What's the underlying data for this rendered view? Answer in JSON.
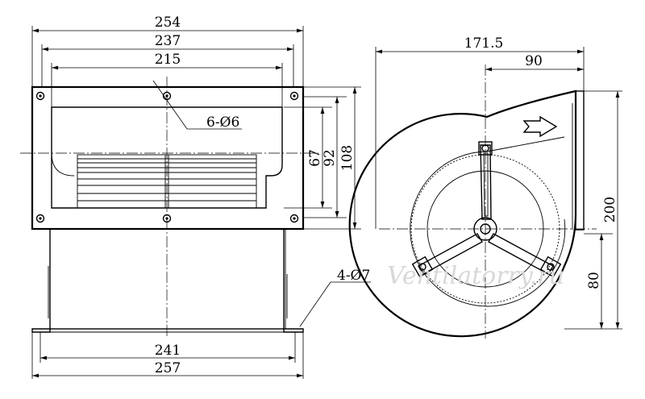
{
  "front_view": {
    "dim_254": "254",
    "dim_237": "237",
    "dim_215": "215",
    "hole_note_top": "6-Ø6",
    "dim_67": "67",
    "dim_92": "92",
    "dim_108": "108",
    "hole_note_bottom": "4-Ø7",
    "dim_241": "241",
    "dim_257": "257"
  },
  "side_view": {
    "dim_171_5": "171.5",
    "dim_90": "90",
    "dim_200": "200",
    "dim_80": "80"
  },
  "watermark": "Ventilatorry.ru"
}
